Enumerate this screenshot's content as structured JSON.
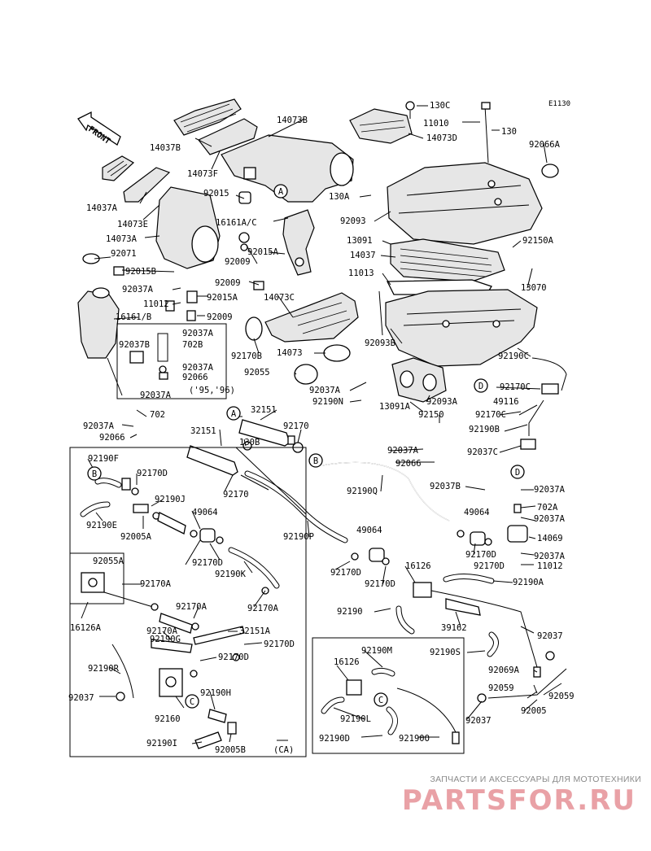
{
  "diagram_code": "E1130",
  "front_label": "FRONT",
  "labels": [
    {
      "id": "l1",
      "text": "14073B"
    },
    {
      "id": "l2",
      "text": "14037B"
    },
    {
      "id": "l3",
      "text": "14073F"
    },
    {
      "id": "l4",
      "text": "14037A"
    },
    {
      "id": "l5",
      "text": "14073E"
    },
    {
      "id": "l6",
      "text": "14073A"
    },
    {
      "id": "l7",
      "text": "92015"
    },
    {
      "id": "l8",
      "text": "16161A/C"
    },
    {
      "id": "l9",
      "text": "92015A"
    },
    {
      "id": "l10",
      "text": "92071"
    },
    {
      "id": "l11",
      "text": "92009"
    },
    {
      "id": "l12",
      "text": "92015B"
    },
    {
      "id": "l13",
      "text": "92009"
    },
    {
      "id": "l14",
      "text": "92037A"
    },
    {
      "id": "l15",
      "text": "92015A"
    },
    {
      "id": "l16",
      "text": "14073C"
    },
    {
      "id": "l17",
      "text": "11012"
    },
    {
      "id": "l18",
      "text": "16161/B"
    },
    {
      "id": "l19",
      "text": "92009"
    },
    {
      "id": "l20",
      "text": "92037A"
    },
    {
      "id": "l21",
      "text": "702B"
    },
    {
      "id": "l22",
      "text": "92037B"
    },
    {
      "id": "l23",
      "text": "92037A"
    },
    {
      "id": "l24",
      "text": "92066"
    },
    {
      "id": "l25",
      "text": "92037A"
    },
    {
      "id": "l26",
      "text": "('95,'96)"
    },
    {
      "id": "l27",
      "text": "92170B"
    },
    {
      "id": "l28",
      "text": "14073"
    },
    {
      "id": "l29",
      "text": "92055"
    },
    {
      "id": "l30",
      "text": "702"
    },
    {
      "id": "l31",
      "text": "92037A"
    },
    {
      "id": "l32",
      "text": "92066"
    },
    {
      "id": "l33",
      "text": "130C"
    },
    {
      "id": "l34",
      "text": "11010"
    },
    {
      "id": "l35",
      "text": "130"
    },
    {
      "id": "l36",
      "text": "14073D"
    },
    {
      "id": "l37",
      "text": "92066A"
    },
    {
      "id": "l38",
      "text": "130A"
    },
    {
      "id": "l39",
      "text": "92093"
    },
    {
      "id": "l40",
      "text": "13091"
    },
    {
      "id": "l41",
      "text": "92150A"
    },
    {
      "id": "l42",
      "text": "14037"
    },
    {
      "id": "l43",
      "text": "11013"
    },
    {
      "id": "l44",
      "text": "13070"
    },
    {
      "id": "l45",
      "text": "92093B"
    },
    {
      "id": "l46",
      "text": "92190C"
    },
    {
      "id": "l47",
      "text": "92037A"
    },
    {
      "id": "l48",
      "text": "92170C"
    },
    {
      "id": "l49",
      "text": "92190N"
    },
    {
      "id": "l50",
      "text": "13091A"
    },
    {
      "id": "l51",
      "text": "92093A"
    },
    {
      "id": "l52",
      "text": "49116"
    },
    {
      "id": "l53",
      "text": "92170C"
    },
    {
      "id": "l54",
      "text": "92150"
    },
    {
      "id": "l55",
      "text": "92190B"
    },
    {
      "id": "l56",
      "text": "92037A"
    },
    {
      "id": "l57",
      "text": "92037C"
    },
    {
      "id": "l58",
      "text": "92066"
    },
    {
      "id": "l59",
      "text": "32151"
    },
    {
      "id": "l60",
      "text": "92170"
    },
    {
      "id": "l61",
      "text": "32151"
    },
    {
      "id": "l62",
      "text": "130B"
    },
    {
      "id": "l63",
      "text": "92170"
    },
    {
      "id": "l64",
      "text": "92190Q"
    },
    {
      "id": "l65",
      "text": "92037B"
    },
    {
      "id": "l66",
      "text": "92037A"
    },
    {
      "id": "l67",
      "text": "702A"
    },
    {
      "id": "l68",
      "text": "92037A"
    },
    {
      "id": "l69",
      "text": "14069"
    },
    {
      "id": "l70",
      "text": "92037A"
    },
    {
      "id": "l71",
      "text": "11012"
    },
    {
      "id": "l72",
      "text": "92190F"
    },
    {
      "id": "l73",
      "text": "92170D"
    },
    {
      "id": "l74",
      "text": "92190J"
    },
    {
      "id": "l75",
      "text": "49064"
    },
    {
      "id": "l76",
      "text": "92190E"
    },
    {
      "id": "l77",
      "text": "92005A"
    },
    {
      "id": "l78",
      "text": "92190P"
    },
    {
      "id": "l79",
      "text": "49064"
    },
    {
      "id": "l80",
      "text": "49064"
    },
    {
      "id": "l81",
      "text": "92170D"
    },
    {
      "id": "l82",
      "text": "92170D"
    },
    {
      "id": "l83",
      "text": "92170D"
    },
    {
      "id": "l84",
      "text": "92170D"
    },
    {
      "id": "l85",
      "text": "16126"
    },
    {
      "id": "l86",
      "text": "92055A"
    },
    {
      "id": "l87",
      "text": "92190K"
    },
    {
      "id": "l88",
      "text": "92170A"
    },
    {
      "id": "l89",
      "text": "92170A"
    },
    {
      "id": "l90",
      "text": "92170A"
    },
    {
      "id": "l91",
      "text": "92170D"
    },
    {
      "id": "l92",
      "text": "92190A"
    },
    {
      "id": "l93",
      "text": "16126A"
    },
    {
      "id": "l94",
      "text": "92170A"
    },
    {
      "id": "l95",
      "text": "92190"
    },
    {
      "id": "l96",
      "text": "32151A"
    },
    {
      "id": "l97",
      "text": "39162"
    },
    {
      "id": "l98",
      "text": "92190G"
    },
    {
      "id": "l99",
      "text": "92170D"
    },
    {
      "id": "l100",
      "text": "92170D"
    },
    {
      "id": "l101",
      "text": "92037"
    },
    {
      "id": "l102",
      "text": "92190S"
    },
    {
      "id": "l103",
      "text": "92190R"
    },
    {
      "id": "l104",
      "text": "92190M"
    },
    {
      "id": "l105",
      "text": "16126"
    },
    {
      "id": "l106",
      "text": "92069A"
    },
    {
      "id": "l107",
      "text": "92190H"
    },
    {
      "id": "l108",
      "text": "92059"
    },
    {
      "id": "l109",
      "text": "92059"
    },
    {
      "id": "l110",
      "text": "92037"
    },
    {
      "id": "l111",
      "text": "92005"
    },
    {
      "id": "l112",
      "text": "92037"
    },
    {
      "id": "l113",
      "text": "92160"
    },
    {
      "id": "l114",
      "text": "92190L"
    },
    {
      "id": "l115",
      "text": "92190I"
    },
    {
      "id": "l116",
      "text": "92005B"
    },
    {
      "id": "l117",
      "text": "(CA)"
    },
    {
      "id": "l118",
      "text": "92190D"
    },
    {
      "id": "l119",
      "text": "92190O"
    }
  ],
  "callouts": [
    {
      "id": "c1",
      "letter": "A"
    },
    {
      "id": "c2",
      "letter": "A"
    },
    {
      "id": "c3",
      "letter": "B"
    },
    {
      "id": "c4",
      "letter": "B"
    },
    {
      "id": "c5",
      "letter": "C"
    },
    {
      "id": "c6",
      "letter": "C"
    },
    {
      "id": "c7",
      "letter": "D"
    },
    {
      "id": "c8",
      "letter": "D"
    }
  ],
  "watermark": {
    "tagline": "ЗАПЧАСТИ И АКСЕССУАРЫ ДЛЯ МОТОТЕХНИКИ",
    "brand": "PARTSFOR.RU"
  }
}
